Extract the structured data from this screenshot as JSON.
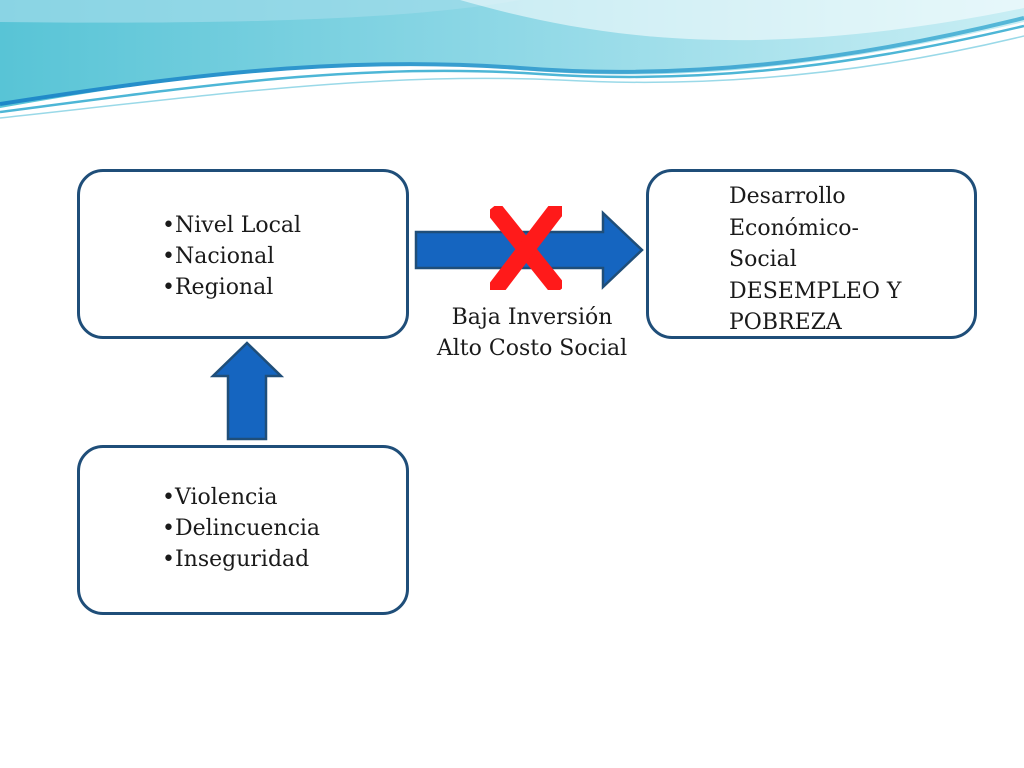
{
  "diagram": {
    "box_top": {
      "items": [
        "Nivel Local",
        "Nacional",
        "Regional"
      ]
    },
    "box_bottom": {
      "items": [
        "Violencia",
        "Delincuencia",
        "Inseguridad"
      ]
    },
    "box_right": {
      "lines": [
        "Desarrollo",
        "Económico-",
        "Social",
        "DESEMPLEO Y",
        "POBREZA"
      ]
    },
    "caption": {
      "line1": "Baja Inversión",
      "line2": "Alto Costo Social"
    }
  },
  "colors": {
    "box_border": "#1f4e79",
    "arrow_fill": "#1565c0",
    "arrow_outline": "#1f4e79",
    "cross": "#ff1a1a",
    "wave_light": "#cfeef3",
    "wave_teal": "#4fc3d9",
    "wave_blue": "#2a7fc0"
  }
}
